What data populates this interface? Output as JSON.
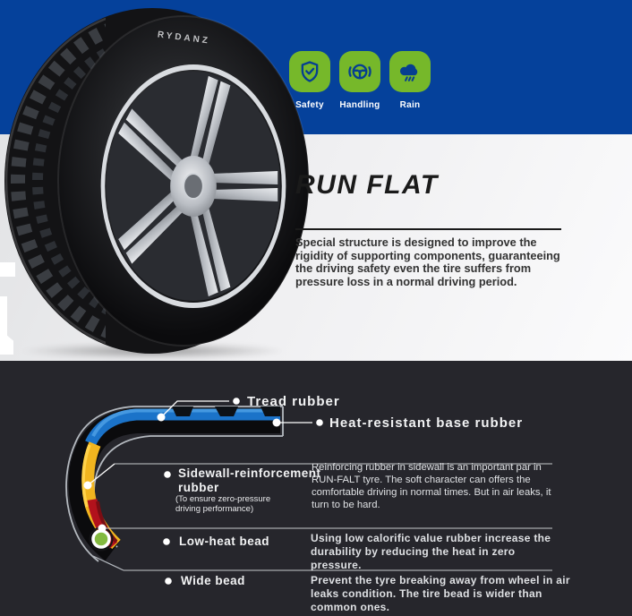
{
  "colors": {
    "brand_blue": "#05419b",
    "icon_green": "#76b82a",
    "panel_dark": "#26262c",
    "tread_blue": "#1b73c9",
    "reinforcement_yellow": "#f1b51f",
    "bead_red": "#b2121c",
    "bead_green": "#83b93f"
  },
  "hero": {
    "tire_brand": "RYDANZ",
    "features": [
      {
        "icon": "shield-check-icon",
        "label": "Safety"
      },
      {
        "icon": "steering-wheel-icon",
        "label": "Handling"
      },
      {
        "icon": "rain-cloud-icon",
        "label": "Rain"
      }
    ],
    "heading": "RUN FLAT",
    "description": "Special structure is designed to improve the rigidity of supporting components, guaranteeing the driving safety even the tire suffers from pressure loss in a normal driving period."
  },
  "diagram": {
    "labels": {
      "tread": "Tread rubber",
      "base": "Heat-resistant base rubber",
      "sidewall": "Sidewall-reinforcement rubber",
      "sidewall_note": "(To ensure zero-pressure driving performance)",
      "low_heat": "Low-heat bead",
      "wide": "Wide bead"
    },
    "descriptions": {
      "sidewall": "Reinforcing rubber in sidewall is an important par in RUN-FALT tyre. The soft character can offers the comfortable driving in normal times. But in air leaks, it turn to be hard.",
      "low_heat": "Using low calorific value rubber increase the durability by reducing the heat in zero pressure.",
      "wide": "Prevent the tyre breaking away from wheel in air leaks condition. The tire bead is wider than common ones."
    }
  }
}
